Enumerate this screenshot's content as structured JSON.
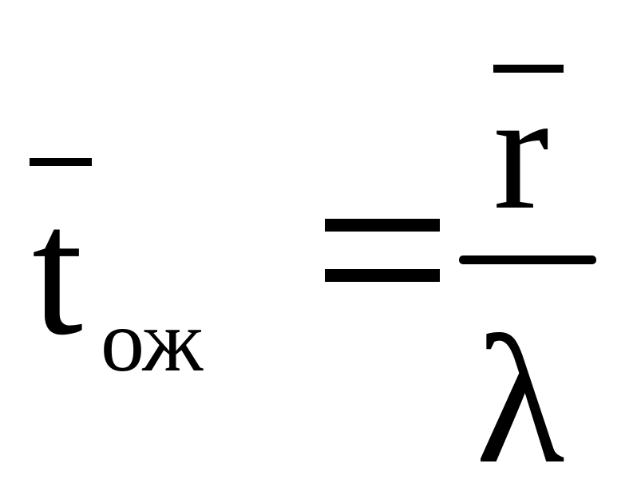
{
  "formula": {
    "lhs": {
      "variable": "t",
      "subscript": "ож"
    },
    "operator": "=",
    "fraction": {
      "numerator": "r",
      "denominator": "λ"
    }
  }
}
